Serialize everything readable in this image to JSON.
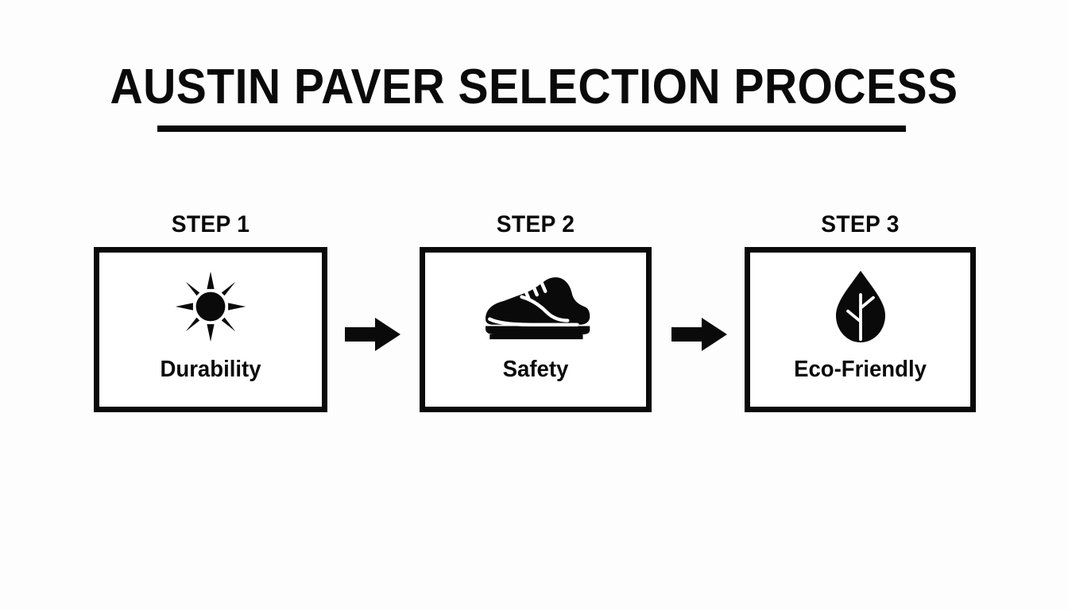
{
  "document": {
    "title": "AUSTIN PAVER SELECTION PROCESS",
    "background_color": "#fdfdfd",
    "ink_color": "#0a0a0a",
    "type": "three-step horizontal process flow"
  },
  "steps": [
    {
      "label": "STEP 1",
      "caption": "Durability",
      "icon": "sun-icon"
    },
    {
      "label": "STEP 2",
      "caption": "Safety",
      "icon": "shoe-icon"
    },
    {
      "label": "STEP 3",
      "caption": "Eco-Friendly",
      "icon": "leaf-icon"
    }
  ],
  "connectors": [
    {
      "name": "arrow-right-icon",
      "from": "STEP 1",
      "to": "STEP 2"
    },
    {
      "name": "arrow-right-icon",
      "from": "STEP 2",
      "to": "STEP 3"
    }
  ]
}
